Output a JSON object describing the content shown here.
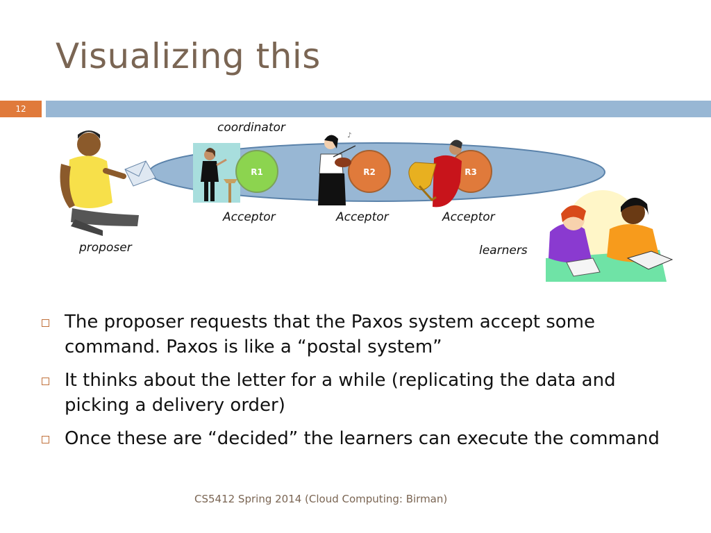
{
  "slide": {
    "title": "Visualizing this",
    "number": "12",
    "footer": "CS5412 Spring 2014 (Cloud Computing: Birman)"
  },
  "diagram": {
    "coordinator_label": "coordinator",
    "proposer_label": "proposer",
    "learners_label": "learners",
    "replicas": [
      {
        "label": "R1",
        "color": "#8cd44f"
      },
      {
        "label": "R2",
        "color": "#e07a3b"
      },
      {
        "label": "R3",
        "color": "#e07a3b"
      }
    ],
    "acceptor_labels": [
      "Acceptor",
      "Acceptor",
      "Acceptor"
    ],
    "ellipse_color": "#98b7d4"
  },
  "bullets": [
    {
      "text": "The proposer requests that the Paxos system accept some command.  Paxos is like a “postal system”"
    },
    {
      "text": "It thinks about the letter for a while (replicating the data and picking a delivery order)"
    },
    {
      "text": "Once these are “decided” the learners can execute the command"
    }
  ]
}
